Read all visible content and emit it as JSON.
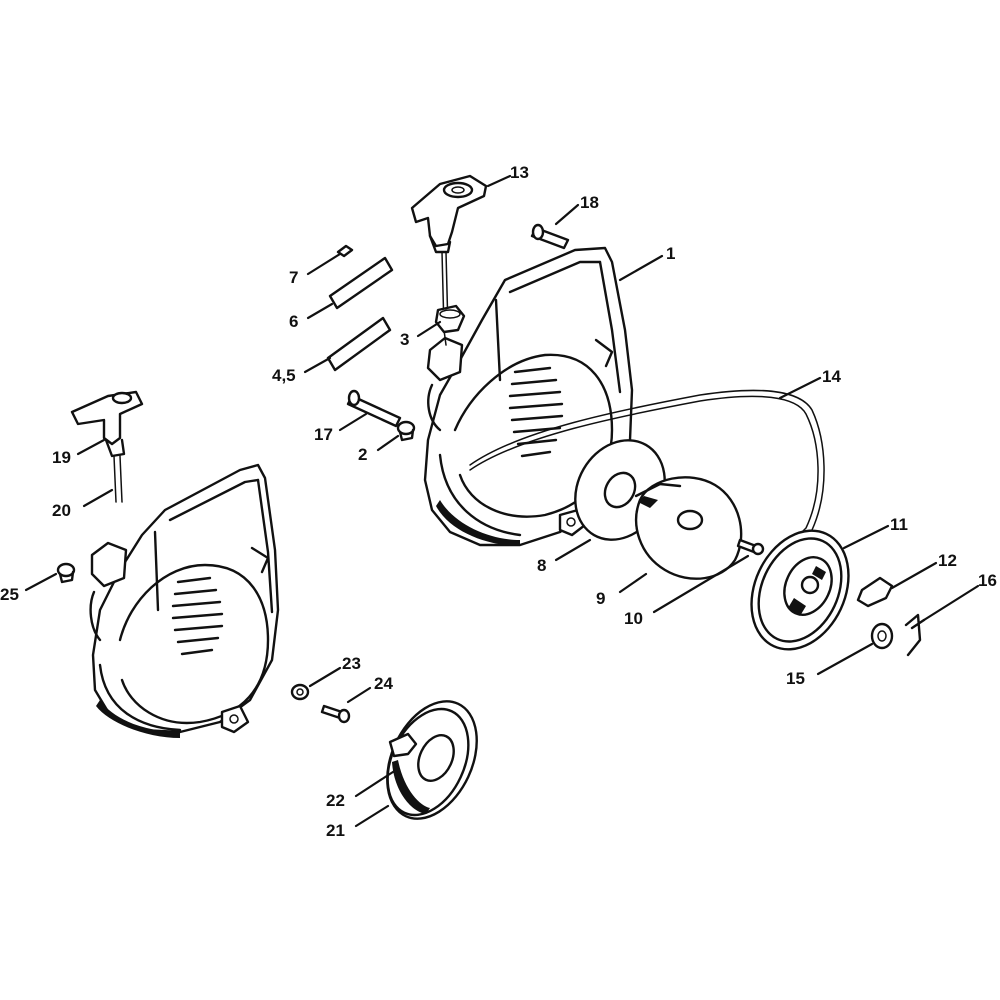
{
  "callouts": [
    {
      "id": "1",
      "label": "1"
    },
    {
      "id": "2",
      "label": "2"
    },
    {
      "id": "3",
      "label": "3"
    },
    {
      "id": "4_5",
      "label": "4,5"
    },
    {
      "id": "6",
      "label": "6"
    },
    {
      "id": "7",
      "label": "7"
    },
    {
      "id": "8",
      "label": "8"
    },
    {
      "id": "9",
      "label": "9"
    },
    {
      "id": "10",
      "label": "10"
    },
    {
      "id": "11",
      "label": "11"
    },
    {
      "id": "12",
      "label": "12"
    },
    {
      "id": "13",
      "label": "13"
    },
    {
      "id": "14",
      "label": "14"
    },
    {
      "id": "15",
      "label": "15"
    },
    {
      "id": "16",
      "label": "16"
    },
    {
      "id": "17",
      "label": "17"
    },
    {
      "id": "18",
      "label": "18"
    },
    {
      "id": "19",
      "label": "19"
    },
    {
      "id": "20",
      "label": "20"
    },
    {
      "id": "21",
      "label": "21"
    },
    {
      "id": "22",
      "label": "22"
    },
    {
      "id": "23",
      "label": "23"
    },
    {
      "id": "24",
      "label": "24"
    },
    {
      "id": "25",
      "label": "25"
    }
  ]
}
